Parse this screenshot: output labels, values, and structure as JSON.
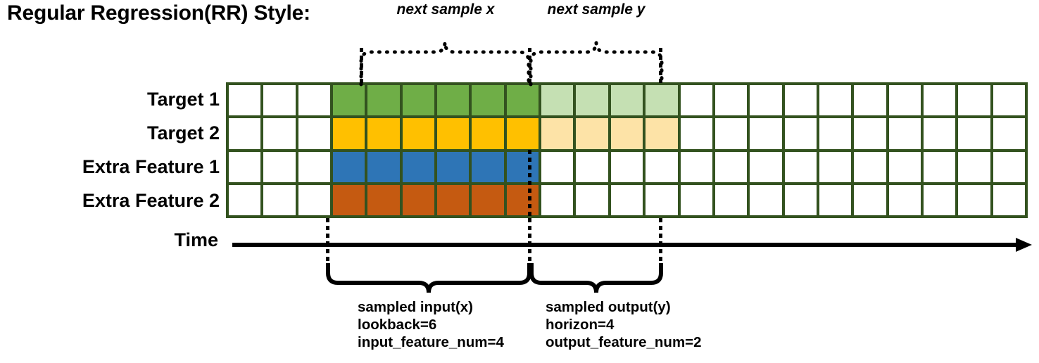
{
  "title": "Regular Regression(RR) Style:",
  "rows": [
    {
      "label": "Target 1",
      "fill": "green",
      "light": "greenlight"
    },
    {
      "label": "Target 2",
      "fill": "yellow",
      "light": "yellowlight"
    },
    {
      "label": "Extra Feature 1",
      "fill": "blue",
      "light": null
    },
    {
      "label": "Extra Feature 2",
      "fill": "orange",
      "light": null
    }
  ],
  "grid": {
    "total_columns": 23,
    "leading_empty_columns": 3,
    "input_columns": 6,
    "output_columns": 4,
    "trailing_empty_columns": 10
  },
  "top_braces": [
    {
      "label": "next sample x"
    },
    {
      "label": "next sample y"
    }
  ],
  "time_axis": {
    "label": "Time"
  },
  "bottom_braces": [
    {
      "caption_lines": [
        "sampled input(x)",
        "lookback=6",
        "input_feature_num=4"
      ]
    },
    {
      "caption_lines": [
        "sampled output(y)",
        "horizon=4",
        "output_feature_num=2"
      ]
    }
  ],
  "colors": {
    "grid_border": "#33521F",
    "green": "#6FAE47",
    "green_light": "#C5E0B3",
    "yellow": "#FFC000",
    "yellow_light": "#FDE3A7",
    "blue": "#2E75B6",
    "orange": "#C55A11",
    "ink": "#000000",
    "background": "#FFFFFF"
  }
}
